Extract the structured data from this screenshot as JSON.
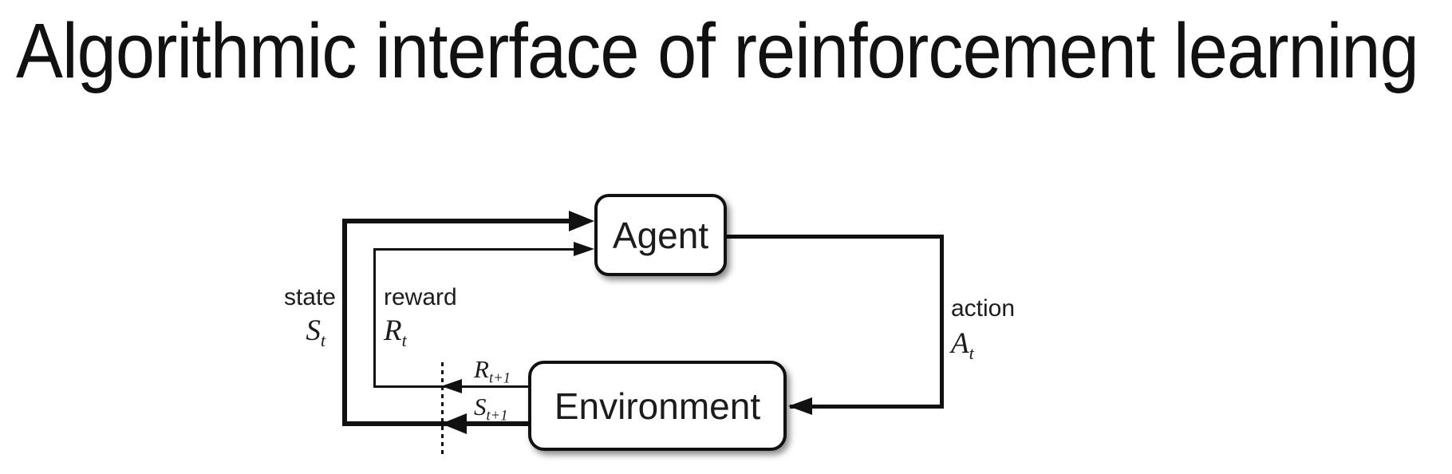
{
  "title": "Algorithmic interface of reinforcement learning",
  "diagram": {
    "agent": {
      "label": "Agent"
    },
    "environment": {
      "label": "Environment"
    },
    "state": {
      "word": "state",
      "base": "S",
      "sub": "t"
    },
    "reward": {
      "word": "reward",
      "base": "R",
      "sub": "t"
    },
    "action": {
      "word": "action",
      "base": "A",
      "sub": "t"
    },
    "next_reward": {
      "base": "R",
      "sub": "t+1"
    },
    "next_state": {
      "base": "S",
      "sub": "t+1"
    },
    "colors": {
      "ink": "#111111",
      "background": "#ffffff"
    }
  }
}
